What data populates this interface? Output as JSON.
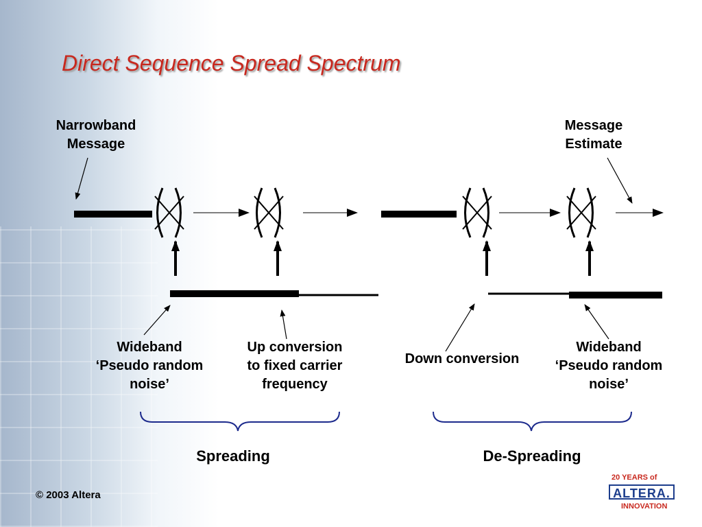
{
  "title": "Direct Sequence Spread Spectrum",
  "labels": {
    "narrowband_message": [
      "Narrowband",
      "Message"
    ],
    "message_estimate": [
      "Message",
      "Estimate"
    ],
    "wideband_left": [
      "Wideband",
      "‘Pseudo random",
      "noise’"
    ],
    "up_conversion": [
      "Up conversion",
      "to fixed carrier",
      "frequency"
    ],
    "down_conversion": "Down conversion",
    "wideband_right": [
      "Wideband",
      "‘Pseudo random",
      "noise’"
    ]
  },
  "groups": {
    "spreading": "Spreading",
    "despreading": "De-Spreading"
  },
  "footer": {
    "copyright": "© 2003 Altera"
  },
  "logo": {
    "years": "20 YEARS of",
    "brand": "ALTERA.",
    "tagline": "INNOVATION"
  },
  "colors": {
    "title": "#c8281e",
    "brace": "#1c2a8c",
    "logo_blue": "#1c3d8c",
    "logo_red": "#c8281e"
  }
}
